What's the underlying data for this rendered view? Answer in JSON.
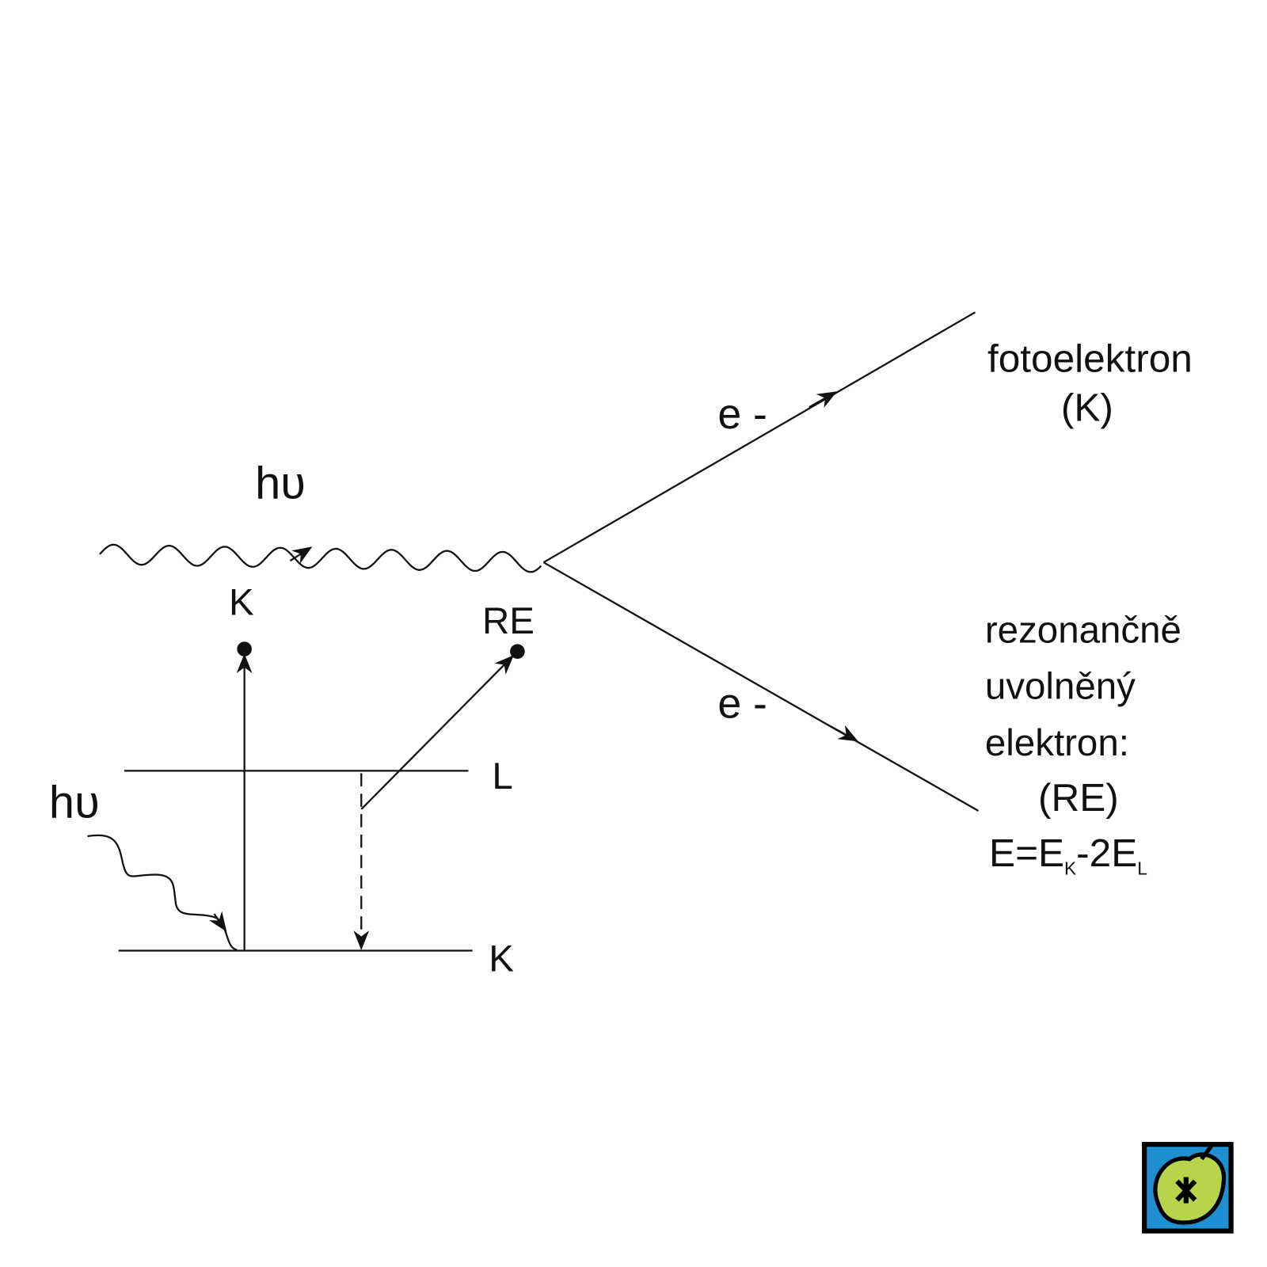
{
  "photon_label_top": "hυ",
  "photon_label_left": "hυ",
  "electron_label_upper": "e -",
  "electron_label_lower": "e -",
  "photoelectron": {
    "line1": "fotoelektron",
    "line2": "(K)"
  },
  "resonant_electron": {
    "line1": "rezonančně",
    "line2": "uvolněný",
    "line3": "elektron:",
    "line4": "(RE)",
    "formula": {
      "prefix": "E=E",
      "sub1": "K",
      "mid": "-2E",
      "sub2": "L"
    }
  },
  "levels": {
    "K_top": "K",
    "RE": "RE",
    "L": "L",
    "K_bottom": "K"
  },
  "colors": {
    "logo_blue": "#1e8fd0",
    "logo_green": "#b8d44a",
    "ink": "#111111"
  }
}
